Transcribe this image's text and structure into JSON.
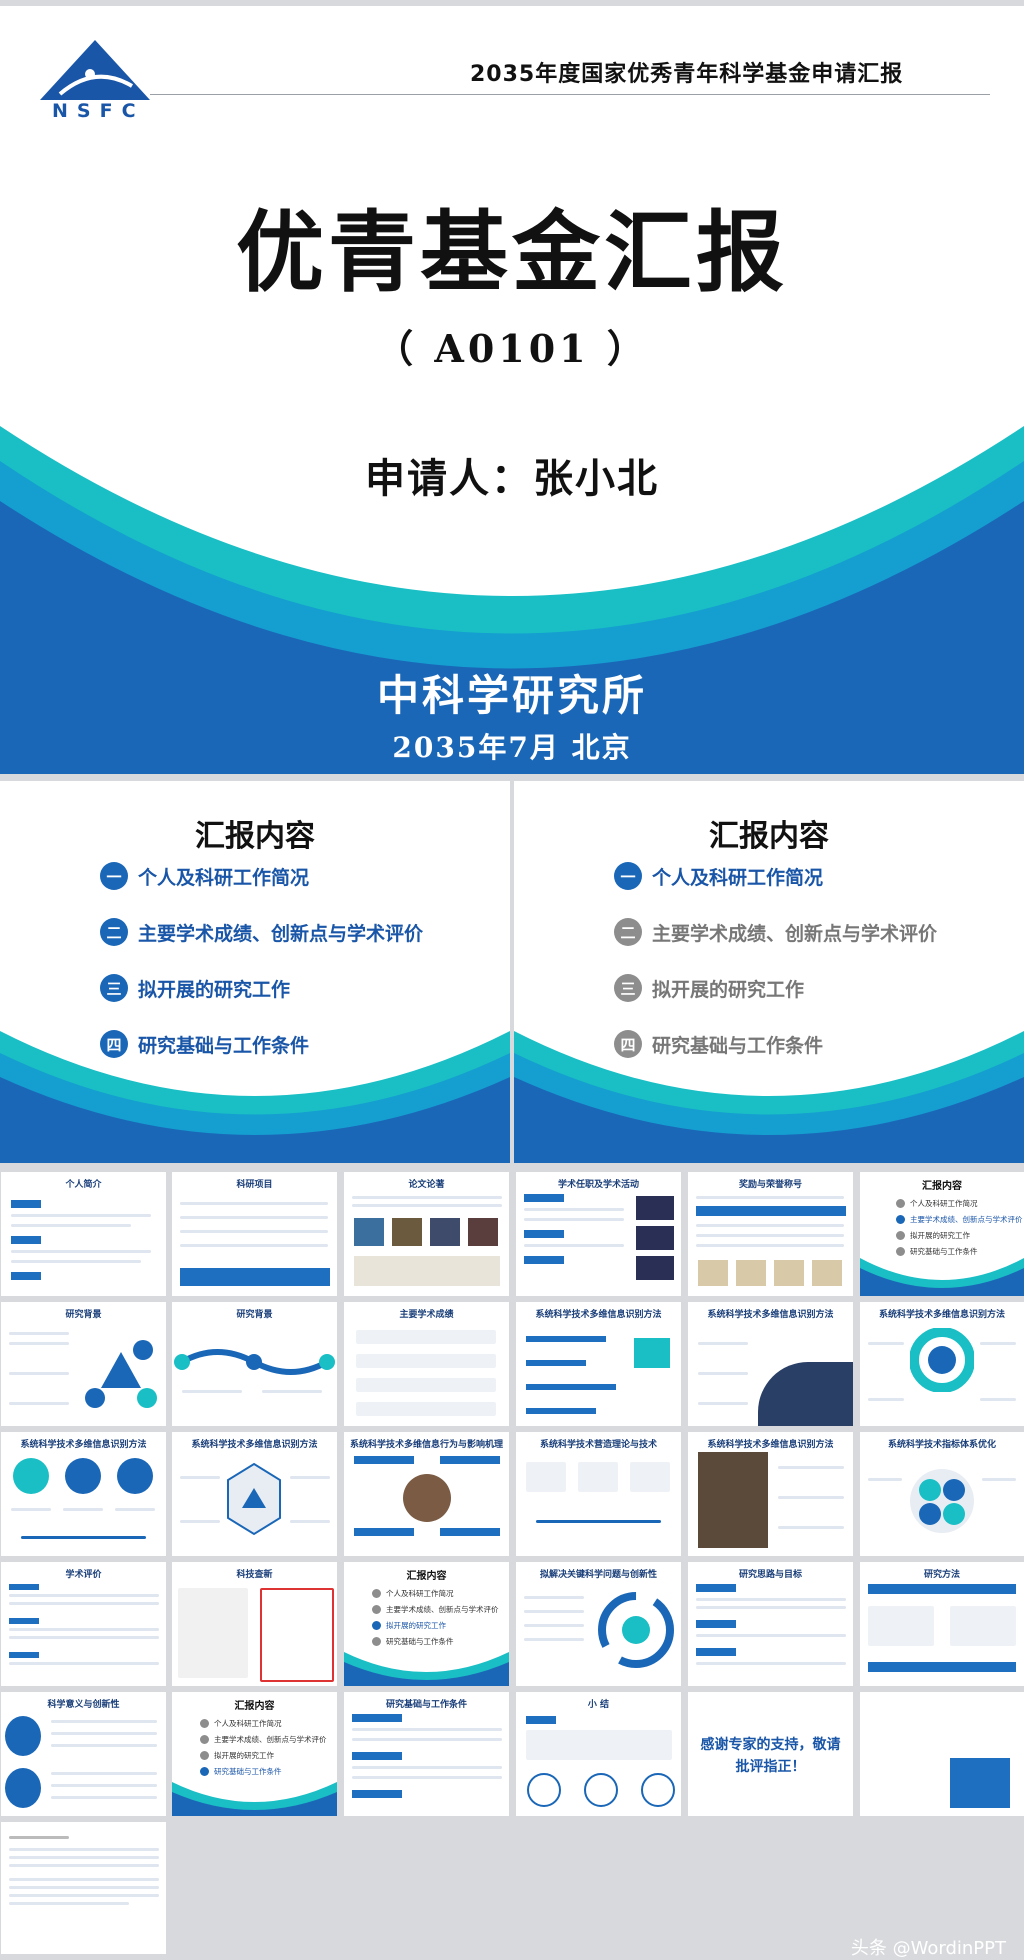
{
  "cover": {
    "header": "2035年度国家优秀青年科学基金申请汇报",
    "logo_text": "NSFC",
    "title": "优青基金汇报",
    "code": "（ A0101 ）",
    "applicant": "申请人：张小北",
    "institute": "中科学研究所",
    "date": "2035年7月 北京"
  },
  "agenda": {
    "title": "汇报内容",
    "items": [
      {
        "num": "一",
        "label": "个人及科研工作简况"
      },
      {
        "num": "二",
        "label": "主要学术成绩、创新点与学术评价"
      },
      {
        "num": "三",
        "label": "拟开展的研究工作"
      },
      {
        "num": "四",
        "label": "研究基础与工作条件"
      }
    ]
  },
  "thumbs": {
    "row1": [
      "个人简介",
      "科研项目",
      "论文论著",
      "学术任职及学术活动",
      "奖励与荣誉称号",
      "汇报内容"
    ],
    "row2": [
      "研究背景",
      "研究背景",
      "主要学术成绩",
      "系统科学技术多维信息识别方法",
      "系统科学技术多维信息识别方法",
      "系统科学技术多维信息识别方法"
    ],
    "row3": [
      "系统科学技术多维信息识别方法",
      "系统科学技术多维信息识别方法",
      "系统科学技术多维信息行为与影响机理",
      "系统科学技术营造理论与技术",
      "系统科学技术多维信息识别方法",
      "系统科学技术指标体系优化"
    ],
    "row4": [
      "学术评价",
      "科技查新",
      "汇报内容",
      "拟解决关键科学问题与创新性",
      "研究思路与目标",
      "研究方法"
    ],
    "row5": [
      "科学意义与创新性",
      "汇报内容",
      "研究基础与工作条件",
      "小 结"
    ],
    "thanks": "感谢专家的支持，敬请批评指正！"
  },
  "watermark": "头条 @WordinPPT"
}
